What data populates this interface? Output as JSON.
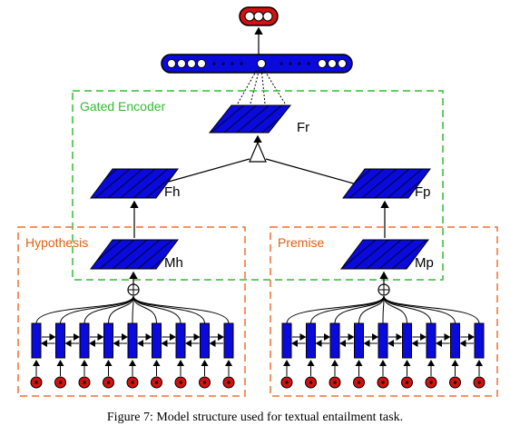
{
  "encoder": {
    "label": "Gated Encoder"
  },
  "hypothesis": {
    "label": "Hypothesis",
    "matrix_label": "Mh"
  },
  "premise": {
    "label": "Premise",
    "matrix_label": "Mp"
  },
  "features": {
    "hypothesis": "Fh",
    "premise": "Fp",
    "combined": "Fr"
  },
  "caption": "Figure 7: Model structure used for textual entailment task.",
  "colors": {
    "encoder_border": "#33bb33",
    "branch_border": "#f07030",
    "branch_label": "#e06010",
    "node_fill": "#0a0adc",
    "output_fill": "#d41010",
    "input_fill": "#d41010"
  }
}
